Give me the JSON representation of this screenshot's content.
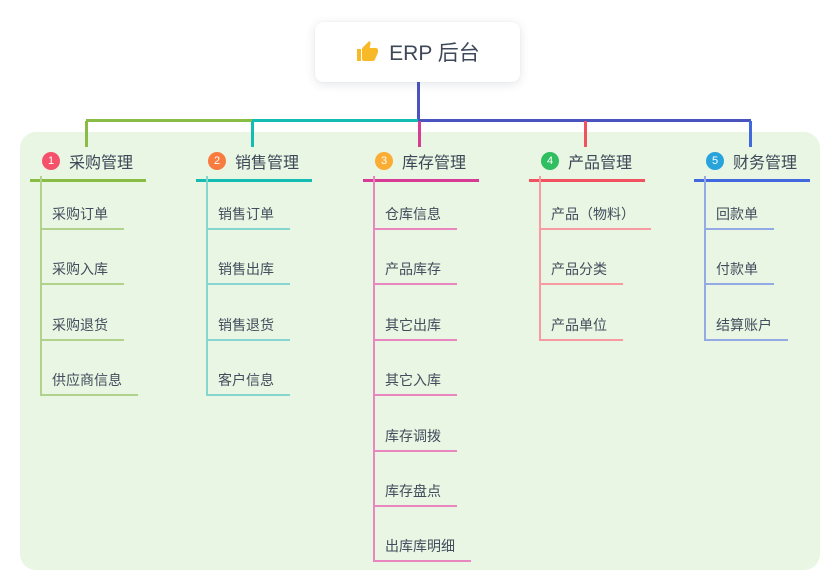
{
  "root": {
    "title": "ERP 后台",
    "icon": "thumbs-up-icon",
    "icon_color": "#f7b928"
  },
  "connector_color": "#4a54bf",
  "panel_bg": "#e9f6e3",
  "branches": [
    {
      "index": "1",
      "label": "采购管理",
      "accent": "#88bc45",
      "light_line": "#b0d28b",
      "badge_color": "#f4526b",
      "items": [
        "采购订单",
        "采购入库",
        "采购退货",
        "供应商信息"
      ]
    },
    {
      "index": "2",
      "label": "销售管理",
      "accent": "#14bcb2",
      "light_line": "#86d6d0",
      "badge_color": "#f87b3f",
      "items": [
        "销售订单",
        "销售出库",
        "销售退货",
        "客户信息"
      ]
    },
    {
      "index": "3",
      "label": "库存管理",
      "accent": "#d63c94",
      "light_line": "#e986c0",
      "badge_color": "#fbac33",
      "items": [
        "仓库信息",
        "产品库存",
        "其它出库",
        "其它入库",
        "库存调拨",
        "库存盘点",
        "出库库明细"
      ]
    },
    {
      "index": "4",
      "label": "产品管理",
      "accent": "#f2515f",
      "light_line": "#f79aa2",
      "badge_color": "#2fbe60",
      "items": [
        "产品（物料）",
        "产品分类",
        "产品单位"
      ]
    },
    {
      "index": "5",
      "label": "财务管理",
      "accent": "#4168dd",
      "light_line": "#93aae4",
      "badge_color": "#29a3dc",
      "items": [
        "回款单",
        "付款单",
        "结算账户"
      ]
    }
  ]
}
